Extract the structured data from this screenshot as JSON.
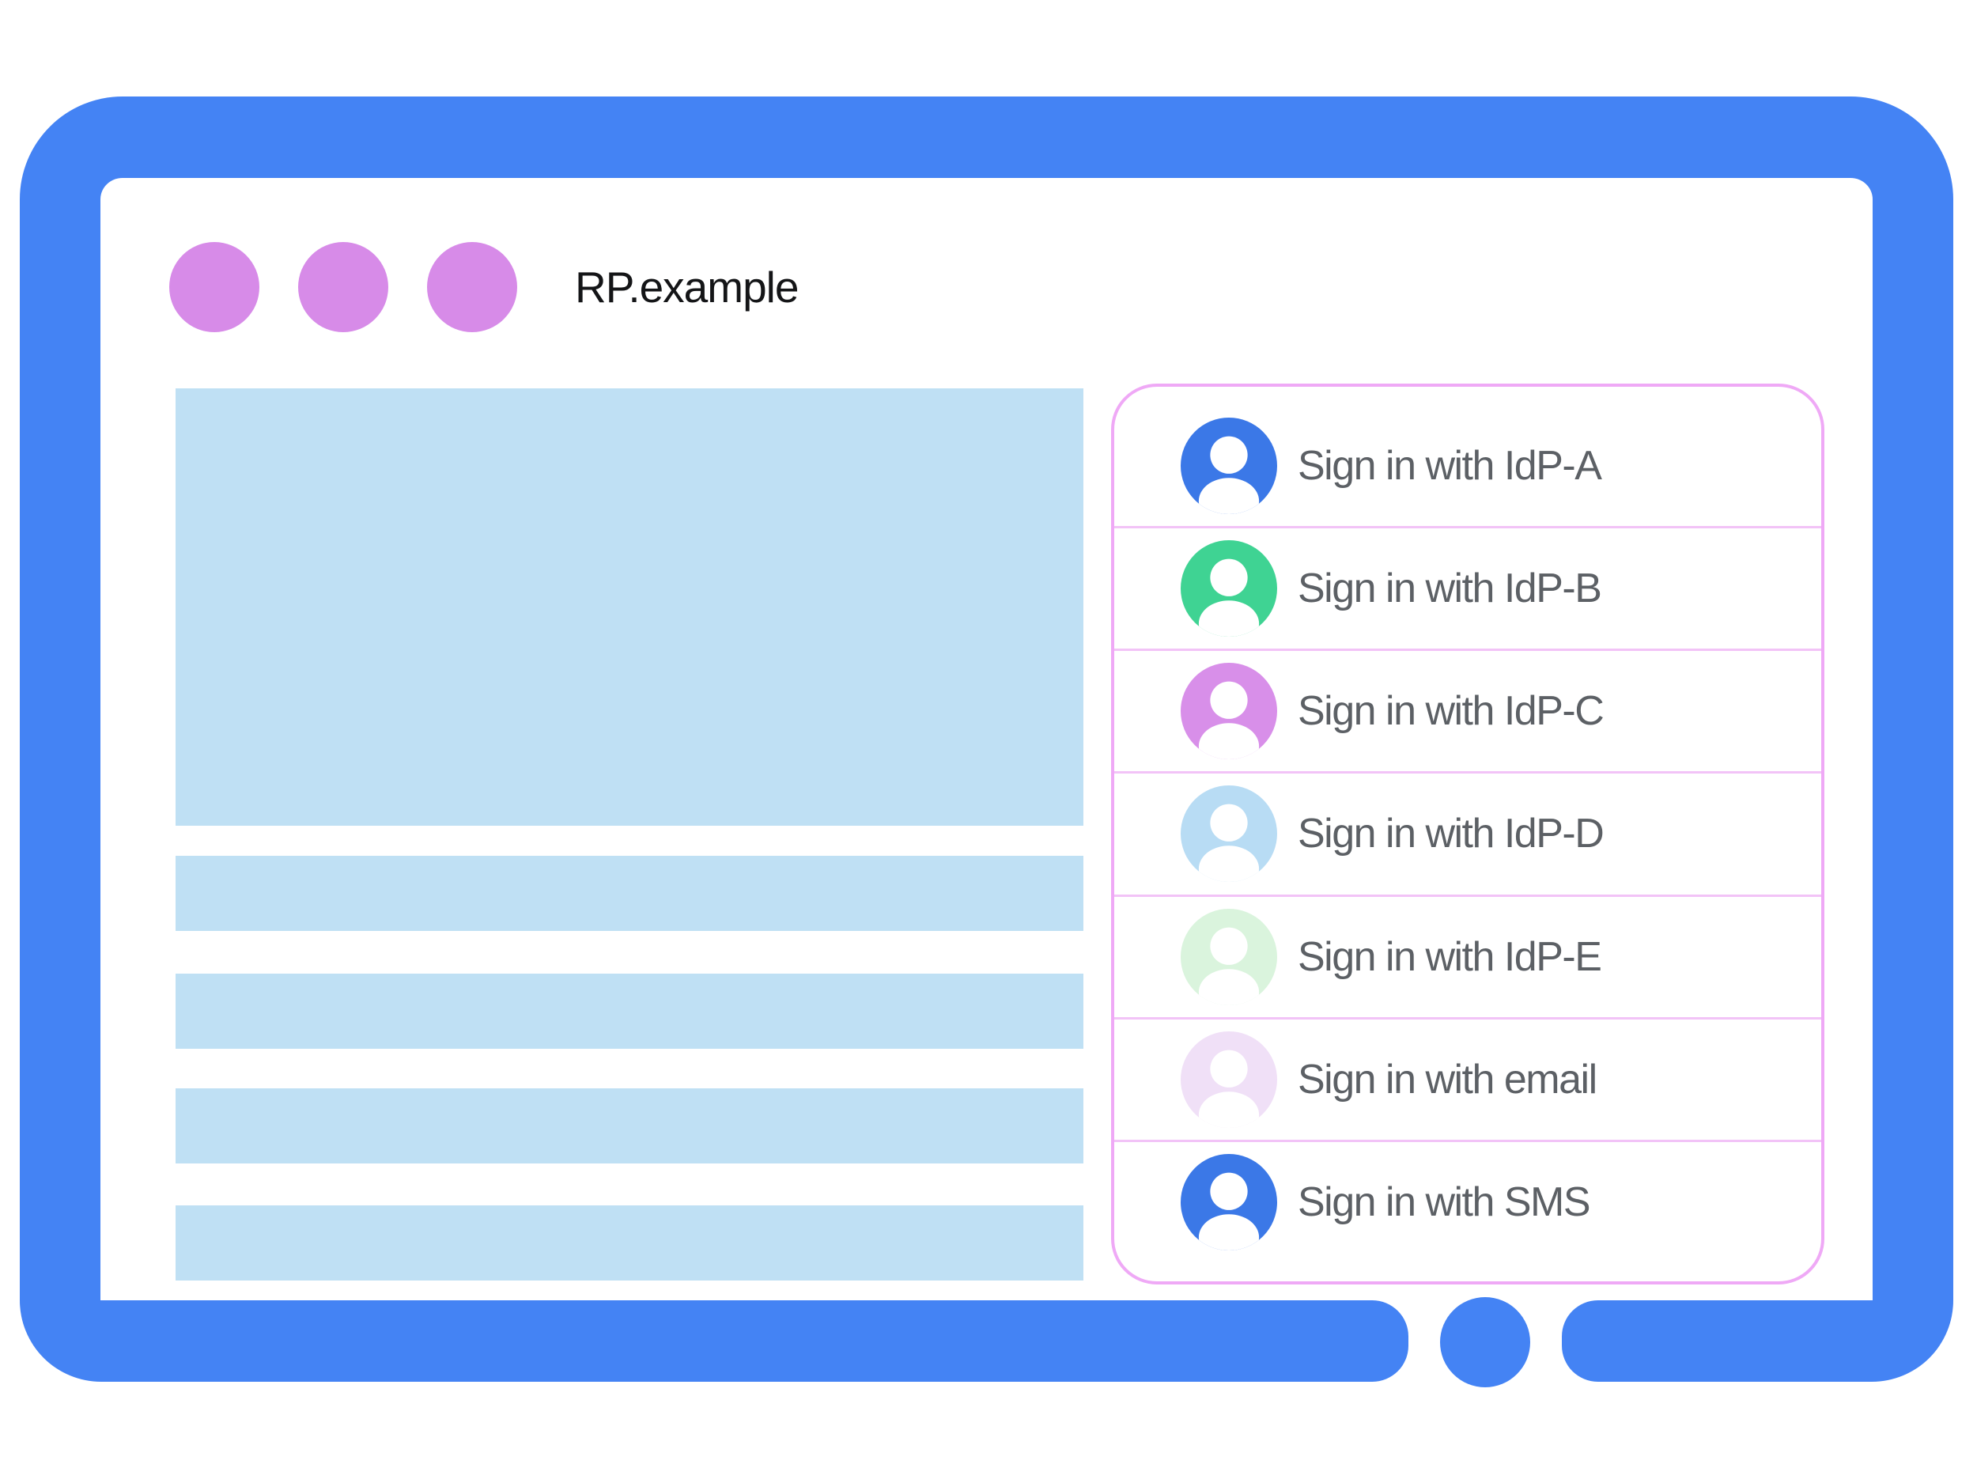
{
  "window": {
    "title": "RP.example",
    "dot_count": 3
  },
  "colors": {
    "frame_blue": "#4483F4",
    "window_dot": "#D78BE8",
    "placeholder_blue": "#BFE0F4",
    "panel_border": "#EFA9F6",
    "panel_divider": "#F2C3F7",
    "label_gray": "#5C6065",
    "title_black": "#141517"
  },
  "signin_panel": {
    "options": [
      {
        "label": "Sign in with IdP-A",
        "avatar_color": "#3B78E7"
      },
      {
        "label": "Sign in with IdP-B",
        "avatar_color": "#3FD393"
      },
      {
        "label": "Sign in with IdP-C",
        "avatar_color": "#D88FE9"
      },
      {
        "label": "Sign in with IdP-D",
        "avatar_color": "#B8DCF4"
      },
      {
        "label": "Sign in with IdP-E",
        "avatar_color": "#DAF4DD"
      },
      {
        "label": "Sign in with email",
        "avatar_color": "#F0E0F7"
      },
      {
        "label": "Sign in with SMS",
        "avatar_color": "#3B78E7"
      }
    ]
  }
}
